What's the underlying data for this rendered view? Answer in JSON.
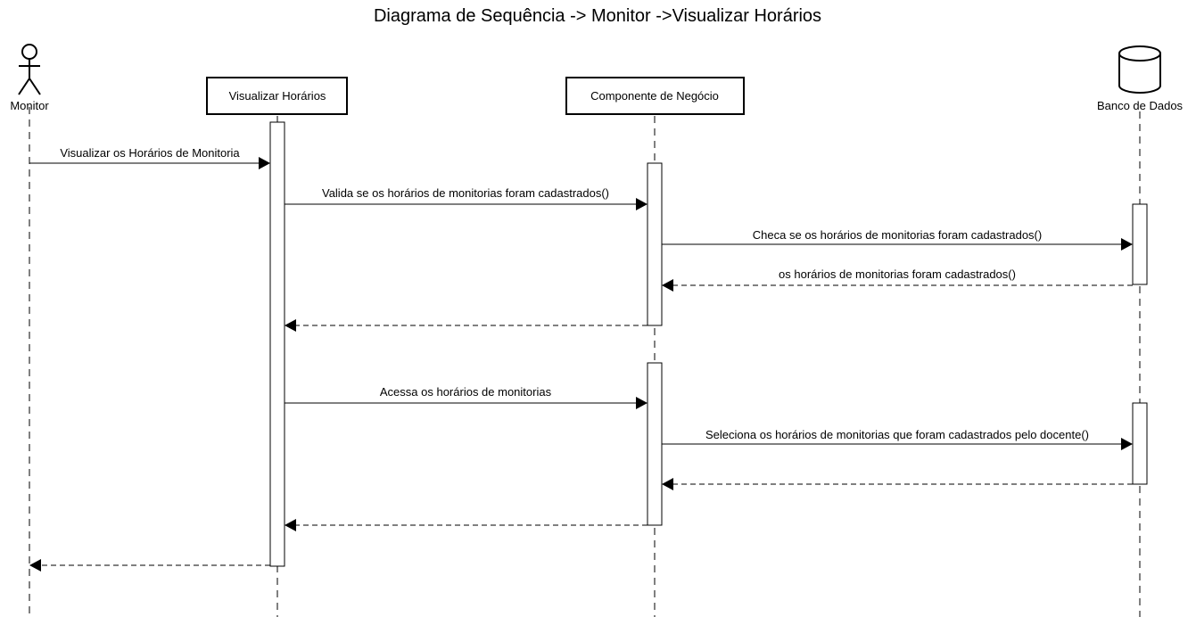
{
  "title": "Diagrama de Sequência -> Monitor ->Visualizar Horários",
  "participants": {
    "monitor": {
      "label": "Monitor",
      "icon": "actor-stick-figure-icon"
    },
    "visualizar": {
      "label": "Visualizar Horários"
    },
    "componente": {
      "label": "Componente de Negócio"
    },
    "banco": {
      "label": "Banco de Dados",
      "icon": "database-cylinder-icon"
    }
  },
  "messages": {
    "m1": "Visualizar os Horários de Monitoria",
    "m2": "Valida se os horários de monitorias foram cadastrados()",
    "m3": "Checa se os horários de monitorias foram cadastrados()",
    "m4": "os horários de monitorias foram cadastrados()",
    "m5": "Acessa os horários de monitorias",
    "m6": "Seleciona os horários de monitorias que foram cadastrados pelo docente()"
  }
}
